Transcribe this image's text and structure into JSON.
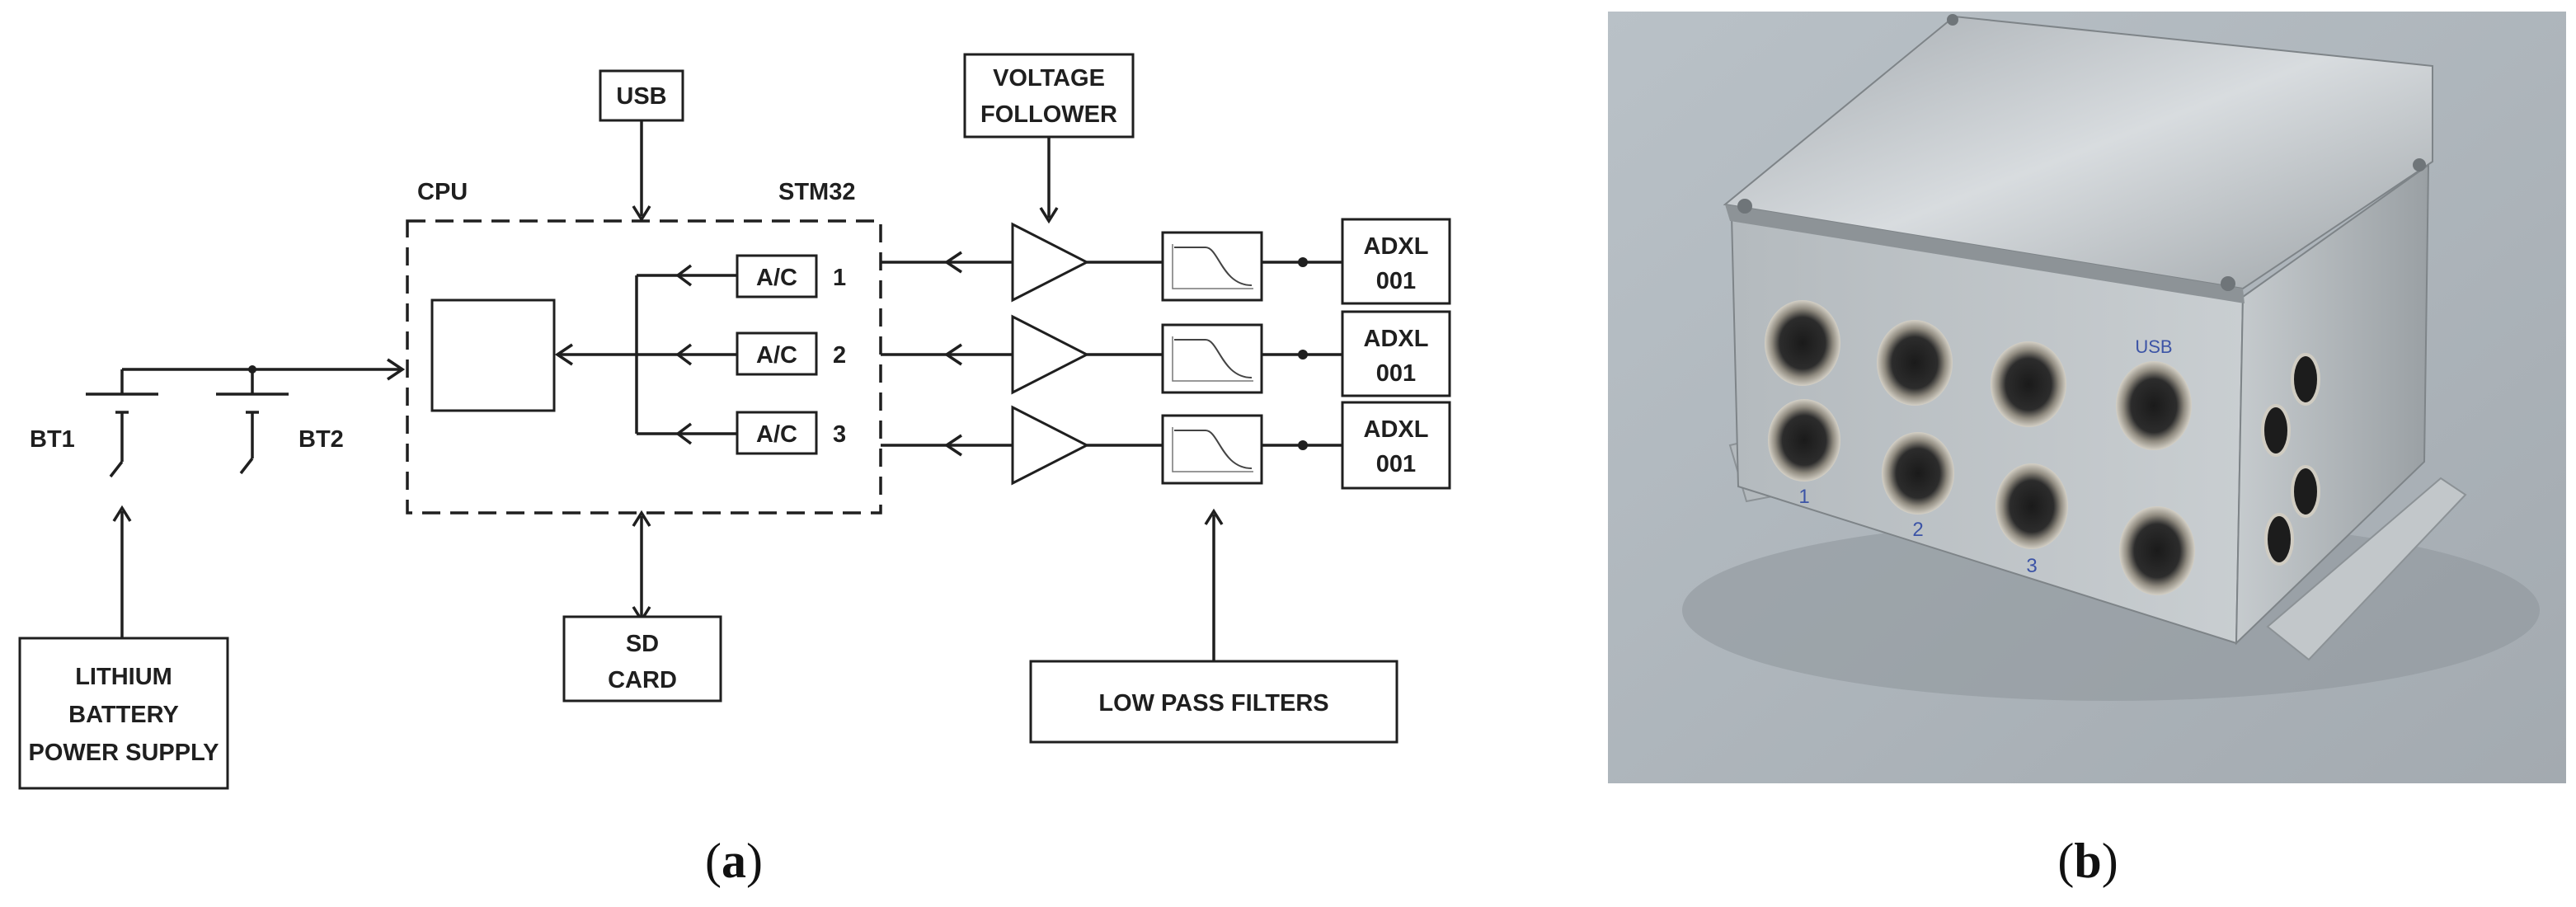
{
  "panel_a": {
    "usb": "USB",
    "cpu": "CPU",
    "stm32": "STM32",
    "voltage_follower_1": "VOLTAGE",
    "voltage_follower_2": "FOLLOWER",
    "ac": [
      "A/C",
      "A/C",
      "A/C"
    ],
    "channels": [
      "1",
      "2",
      "3"
    ],
    "adxl_1": [
      "ADXL",
      "ADXL",
      "ADXL"
    ],
    "adxl_2": [
      "001",
      "001",
      "001"
    ],
    "bt1": "BT1",
    "bt2": "BT2",
    "battery_1": "LITHIUM",
    "battery_2": "BATTERY",
    "battery_3": "POWER SUPPLY",
    "sd_1": "SD",
    "sd_2": "CARD",
    "low_pass": "LOW PASS FILTERS"
  },
  "captions": {
    "a": {
      "open": "(",
      "letter": "a",
      "close": ")"
    },
    "b": {
      "open": "(",
      "letter": "b",
      "close": ")"
    }
  },
  "photo": {
    "depicts": "aluminum-enclosure-with-connectors",
    "connector_labels": [
      "1",
      "2",
      "3",
      "USB"
    ]
  }
}
